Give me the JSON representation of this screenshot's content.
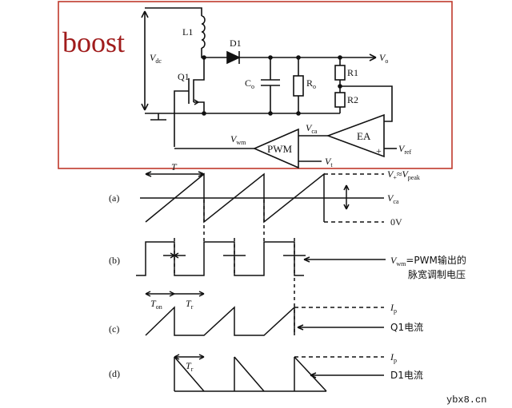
{
  "title": "boost",
  "circuit": {
    "vdc": "V",
    "vdc_sub": "dc",
    "inductor": "L1",
    "diode": "D1",
    "switch": "Q1",
    "output": "V",
    "output_sub": "o",
    "cap": "C",
    "cap_sub": "o",
    "load": "R",
    "load_sub": "o",
    "r1": "R1",
    "r2": "R2",
    "ea": "EA",
    "pwm": "PWM",
    "plus": "+",
    "vwm": "V",
    "vwm_sub": "wm",
    "vca": "V",
    "vca_sub": "ca",
    "vref": "V",
    "vref_sub": "ref",
    "vt": "V",
    "vt_sub": "t"
  },
  "waveforms": {
    "period": "T",
    "a_label": "(a)",
    "b_label": "(b)",
    "c_label": "(c)",
    "d_label": "(d)",
    "vplus": "V",
    "vplus_sub": "+",
    "approx": "≈",
    "vpeak": "V",
    "vpeak_sub": "peak",
    "vca": "V",
    "vca_sub": "ca",
    "zero": "0V",
    "vwm": "V",
    "vwm_sub": "wm",
    "vwm_desc_1": "=PWM输出的",
    "vwm_desc_2": "脉宽调制电压",
    "ton": "T",
    "ton_sub": "on",
    "tr": "T",
    "tr_sub": "r",
    "ip_c": "I",
    "ip_c_sub": "p",
    "q1_current": "Q1电流",
    "tr_d": "T",
    "tr_d_sub": "r",
    "ip_d": "I",
    "ip_d_sub": "p",
    "d1_current": "D1电流"
  },
  "watermark": "ybx8.cn",
  "colors": {
    "frame": "#c0392b",
    "title": "#a01c1c",
    "ink": "#111111"
  }
}
